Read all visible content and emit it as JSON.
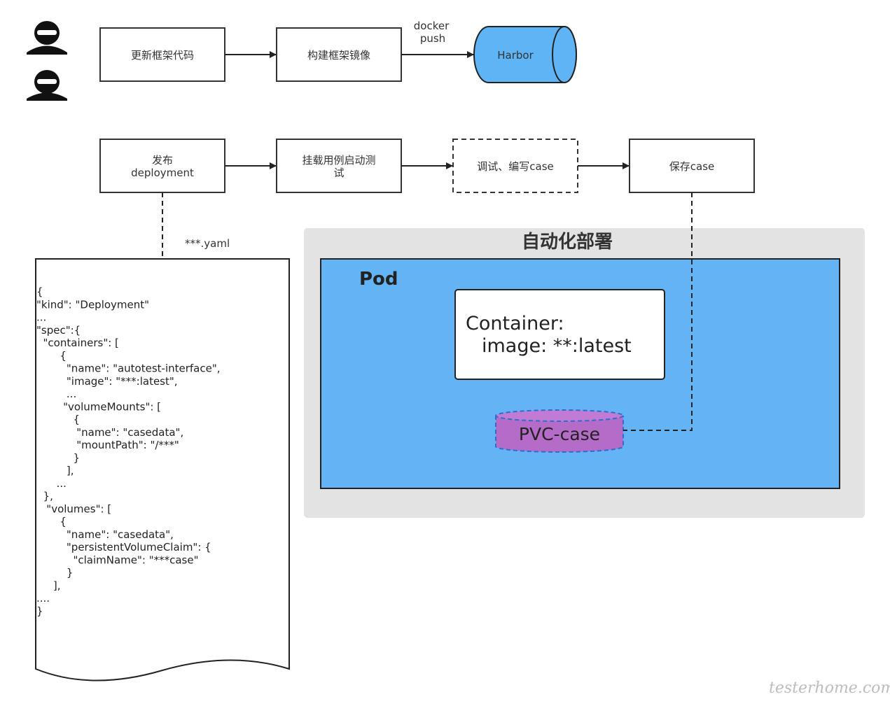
{
  "top_flow": {
    "update_code": "更新框架代码",
    "build_image": "构建框架镜像",
    "docker_push_line1": "docker",
    "docker_push_line2": "push",
    "harbor": "Harbor"
  },
  "bottom_flow": {
    "publish_line1": "发布",
    "publish_line2": "deployment",
    "mount_line1": "挂载用例启动测",
    "mount_line2": "试",
    "debug": "调试、编写case",
    "save": "保存case"
  },
  "yaml_label": "***.yaml",
  "yaml_lines": [
    "{",
    "\"kind\": \"Deployment\"",
    "...",
    "\"spec\":{",
    "  \"containers\": [",
    "       {",
    "         \"name\": \"autotest-interface\",",
    "         \"image\": \"***:latest\",",
    "         ...",
    "        \"volumeMounts\": [",
    "           {",
    "            \"name\": \"casedata\",",
    "            \"mountPath\": \"/***\"",
    "           }",
    "         ],",
    "      ...",
    "  },",
    "   \"volumes\": [",
    "       {",
    "         \"name\": \"casedata\",",
    "         \"persistentVolumeClaim\": {",
    "           \"claimName\": \"***case\"",
    "         }",
    "     ],",
    "....",
    "}"
  ],
  "auto_deploy": {
    "title": "自动化部署",
    "pod_label": "Pod",
    "container_line1": "Container:",
    "container_line2": "image: **:latest",
    "pvc": "PVC-case"
  },
  "watermark": "testerhome.com",
  "colors": {
    "harbor_fill": "#5eb4f5",
    "pod_fill": "#63b3f5",
    "group_fill": "#e3e3e3",
    "pvc_fill": "#b56cc9",
    "stroke": "#333333"
  }
}
